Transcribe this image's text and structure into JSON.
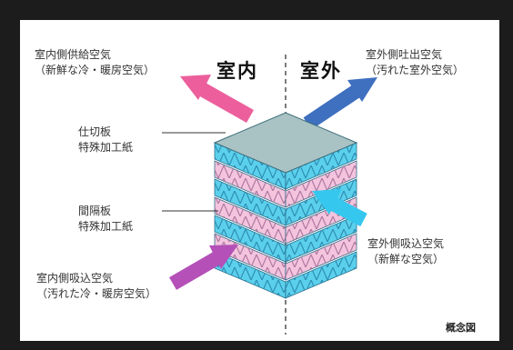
{
  "header": {
    "indoor": "室内",
    "outdoor": "室外"
  },
  "labels": {
    "indoor_supply": {
      "line1": "室内側供給空気",
      "line2": "（新鮮な冷・暖房空気）"
    },
    "outdoor_exhaust": {
      "line1": "室外側吐出空気",
      "line2": "（汚れた室外空気）"
    },
    "partition": {
      "line1": "仕切板",
      "line2": "特殊加工紙"
    },
    "spacer": {
      "line1": "間隔板",
      "line2": "特殊加工紙"
    },
    "outdoor_intake": {
      "line1": "室外側吸込空気",
      "line2": "（新鮮な空気）"
    },
    "indoor_intake": {
      "line1": "室内側吸込空気",
      "line2": "（汚れた冷・暖房空気）"
    }
  },
  "footer": {
    "caption": "概念図"
  },
  "colors": {
    "background": "#1c1c1c",
    "panel": "#ffffff",
    "top_face": "#a9c2c4",
    "cyan_layer": "#5bd0ec",
    "pink_layer": "#f4c4de",
    "arrow_pink": "#ec5f9c",
    "arrow_blue": "#3f6fbf",
    "arrow_cyan": "#36c7ee",
    "arrow_magenta": "#b450b8",
    "divider": "#444444"
  },
  "icons": [
    "arrow-indoor-supply-icon",
    "arrow-outdoor-exhaust-icon",
    "arrow-outdoor-intake-icon",
    "arrow-indoor-intake-icon"
  ]
}
